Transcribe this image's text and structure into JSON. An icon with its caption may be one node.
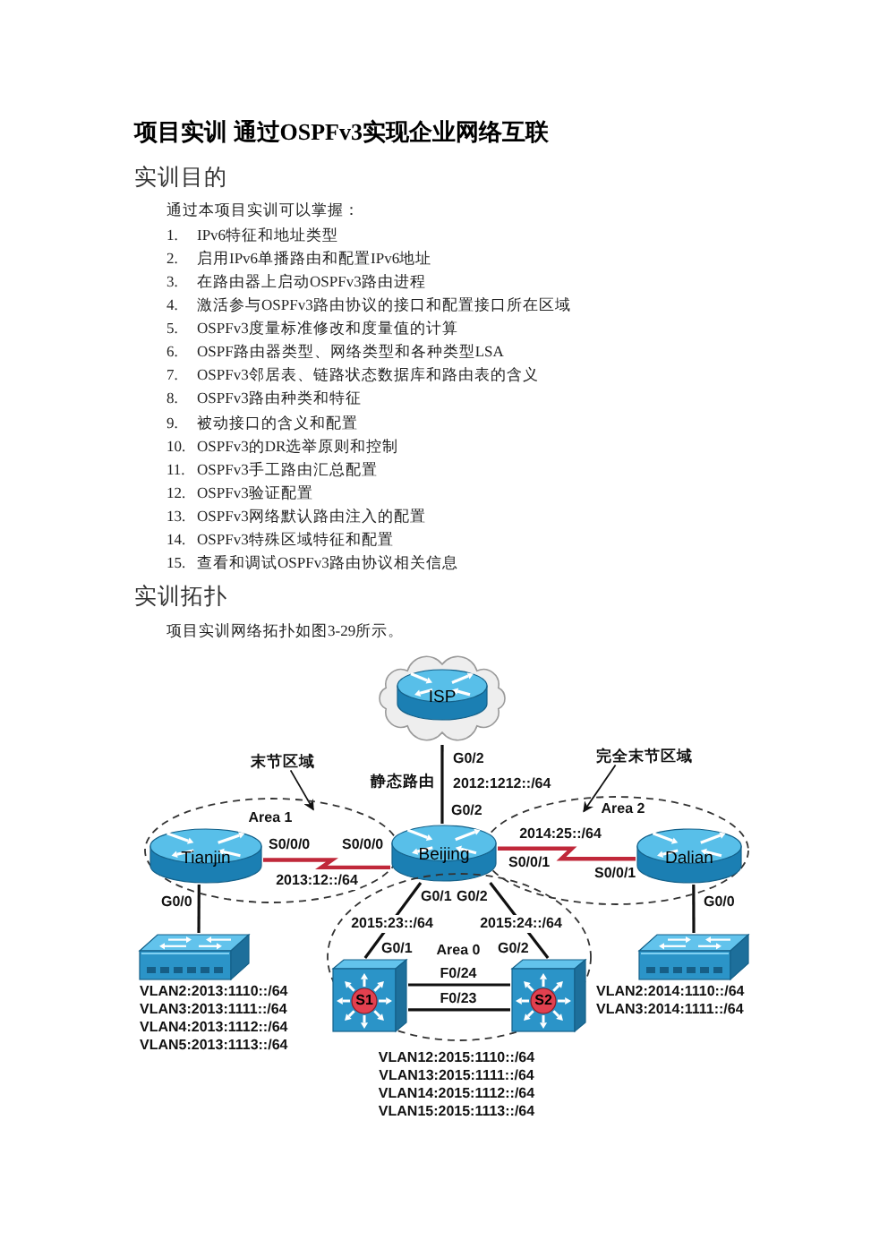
{
  "diagram": {
    "title": "项目实训 通过OSPFv3实现企业网络互联",
    "nodes": [
      {
        "text": [
          "ISP"
        ]
      },
      {
        "text": [
          "末节区域"
        ]
      },
      {
        "text": [
          "完全末节区域"
        ]
      },
      {
        "text": [
          "Area 1"
        ]
      },
      {
        "text": [
          "Area 2"
        ]
      },
      {
        "text": [
          "Tianjin"
        ],
        "in": 3
      },
      {
        "text": [
          "Beijing"
        ]
      },
      {
        "text": [
          "Dalian"
        ],
        "in": 4
      },
      {
        "text": [
          "Area 0"
        ]
      },
      {
        "text": [],
        "shape": "picture",
        "beside": [
          "VLAN2:2013:1110::/64",
          "VLAN3:2013:1111::/64",
          "VLAN4:2013:1112::/64",
          "VLAN5:2013:1113::/64"
        ]
      },
      {
        "text": [
          "S1"
        ],
        "in": 8
      },
      {
        "text": [
          "S2"
        ],
        "in": 8
      },
      {
        "text": [],
        "shape": "picture",
        "beside": [
          "VLAN2:2014:1110::/64",
          "VLAN3:2014:1111::/64"
        ]
      }
    ],
    "edges": [
      {
        "from": 0,
        "to": 6,
        "arrow": "none",
        "label": "2012:1212::/64"
      },
      {
        "from": 5,
        "to": 6,
        "arrow": "none",
        "label": "2013:12::/64",
        "color": "#c0283a"
      },
      {
        "from": 6,
        "to": 7,
        "arrow": "none",
        "label": "2014:25::/64",
        "color": "#c0283a"
      },
      {
        "from": 6,
        "to": 10,
        "arrow": "none",
        "label": "2015:23::/64"
      },
      {
        "from": 6,
        "to": 11,
        "arrow": "none",
        "label": "2015:24::/64"
      },
      {
        "from": 10,
        "to": 11,
        "arrow": "none",
        "label": "F0/24"
      },
      {
        "from": 10,
        "to": 11,
        "arrow": "none",
        "label": "F0/23"
      },
      {
        "from": 5,
        "to": 9,
        "arrow": "none"
      },
      {
        "from": 7,
        "to": 12,
        "arrow": "none"
      },
      {
        "from": 1,
        "to": 3,
        "arrow": "to"
      },
      {
        "from": 2,
        "to": 4,
        "arrow": "to"
      }
    ],
    "labels": [
      "实训目的",
      "通过本项目实训可以掌握：",
      "1.",
      "IPv6特征和地址类型",
      "2.",
      "启用IPv6单播路由和配置IPv6地址",
      "3.",
      "在路由器上启动OSPFv3路由进程",
      "4.",
      "激活参与OSPFv3路由协议的接口和配置接口所在区域",
      "5.",
      "OSPFv3度量标准修改和度量值的计算",
      "6.",
      "OSPF路由器类型、网络类型和各种类型LSA",
      "7.",
      "OSPFv3邻居表、链路状态数据库和路由表的含义",
      "8.",
      "OSPFv3路由种类和特征",
      "9.",
      "被动接口的含义和配置",
      "10.",
      "OSPFv3的DR选举原则和控制",
      "11.",
      "OSPFv3手工路由汇总配置",
      "12.",
      "OSPFv3验证配置",
      "13.",
      "OSPFv3网络默认路由注入的配置",
      "14.",
      "OSPFv3特殊区域特征和配置",
      "15.",
      "查看和调试OSPFv3路由协议相关信息",
      "实训拓扑",
      "项目实训网络拓扑如图3-29所示。",
      "G0/2",
      "静态路由",
      "G0/2",
      "S0/0/0",
      "S0/0/0",
      "S0/0/1",
      "S0/0/1",
      "G0/0",
      "G0/1",
      "G0/2",
      "G0/0",
      "G0/1",
      "G0/2",
      "VLAN12:2015:1110::/64",
      "VLAN13:2015:1111::/64",
      "VLAN14:2015:1112::/64",
      "VLAN15:2015:1113::/64"
    ]
  }
}
